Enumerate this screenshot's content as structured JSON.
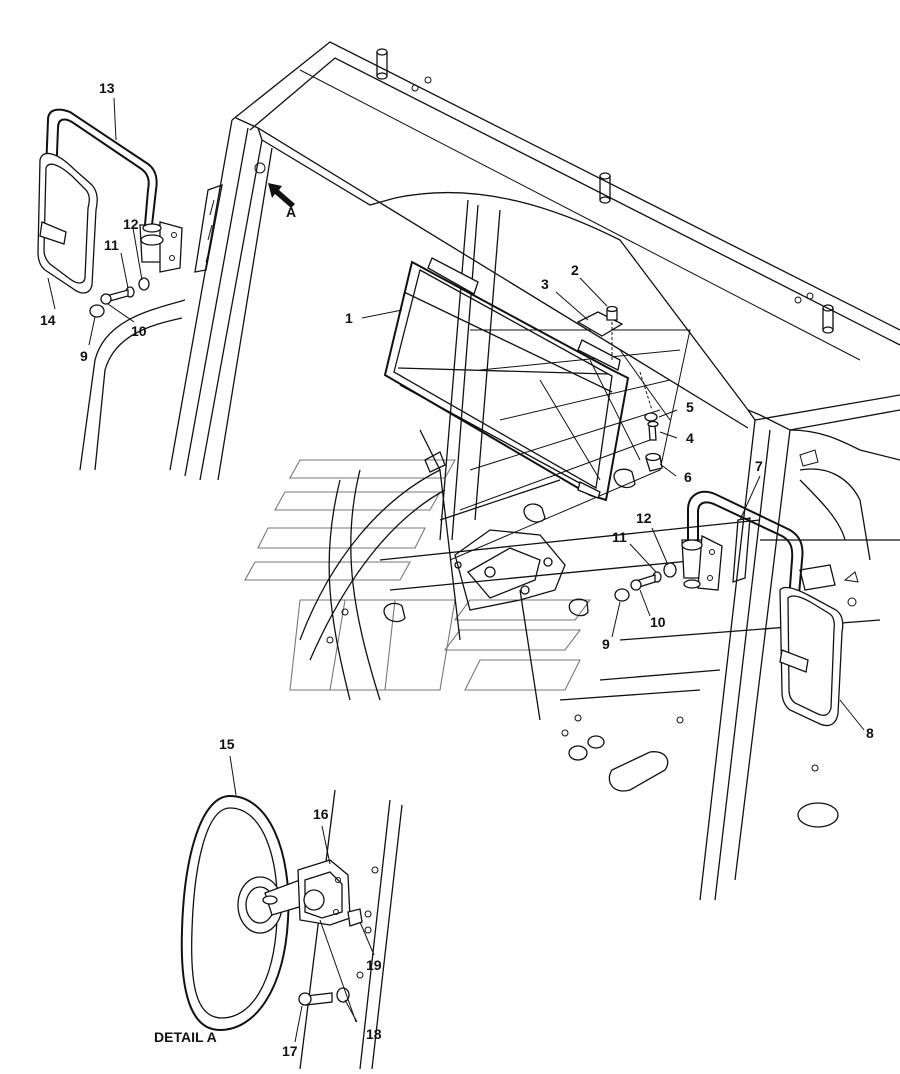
{
  "diagram": {
    "detail_label": "DETAIL A",
    "view_marker": "A",
    "callouts": [
      {
        "id": "c1",
        "text": "1"
      },
      {
        "id": "c2",
        "text": "2"
      },
      {
        "id": "c3",
        "text": "3"
      },
      {
        "id": "c4",
        "text": "4"
      },
      {
        "id": "c5",
        "text": "5"
      },
      {
        "id": "c6",
        "text": "6"
      },
      {
        "id": "c7",
        "text": "7"
      },
      {
        "id": "c8",
        "text": "8"
      },
      {
        "id": "c9a",
        "text": "9"
      },
      {
        "id": "c9b",
        "text": "9"
      },
      {
        "id": "c10a",
        "text": "10"
      },
      {
        "id": "c10b",
        "text": "10"
      },
      {
        "id": "c11a",
        "text": "11"
      },
      {
        "id": "c11b",
        "text": "11"
      },
      {
        "id": "c12a",
        "text": "12"
      },
      {
        "id": "c12b",
        "text": "12"
      },
      {
        "id": "c13",
        "text": "13"
      },
      {
        "id": "c14",
        "text": "14"
      },
      {
        "id": "c15",
        "text": "15"
      },
      {
        "id": "c16",
        "text": "16"
      },
      {
        "id": "c17",
        "text": "17"
      },
      {
        "id": "c18",
        "text": "18"
      },
      {
        "id": "c19",
        "text": "19"
      }
    ]
  }
}
